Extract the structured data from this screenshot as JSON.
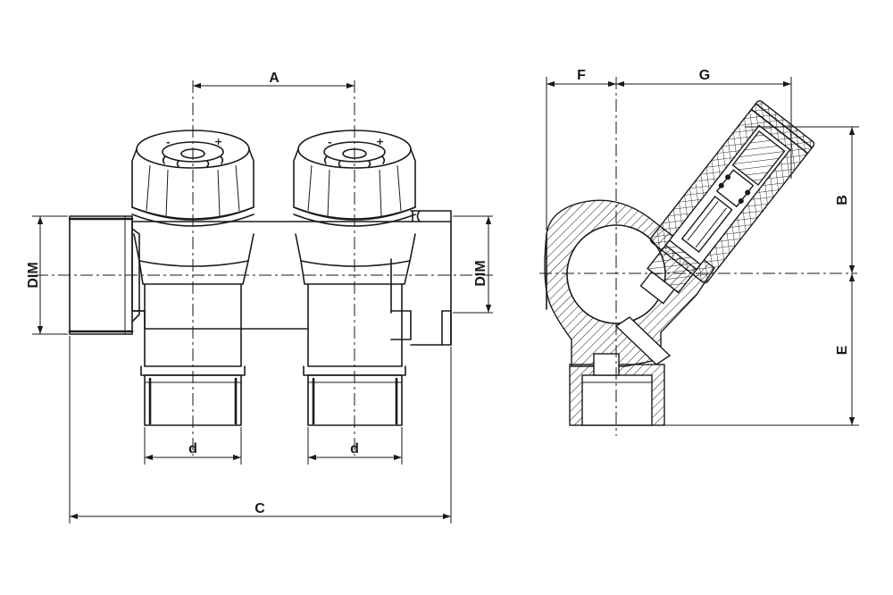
{
  "labels": {
    "a": "A",
    "c": "C",
    "dim_left": "DIM",
    "dim_right": "DIM",
    "d_left": "d",
    "d_right": "d",
    "f": "F",
    "g": "G",
    "b": "B",
    "e": "E"
  },
  "knob_symbols": {
    "minus": "-",
    "plus": "+"
  }
}
